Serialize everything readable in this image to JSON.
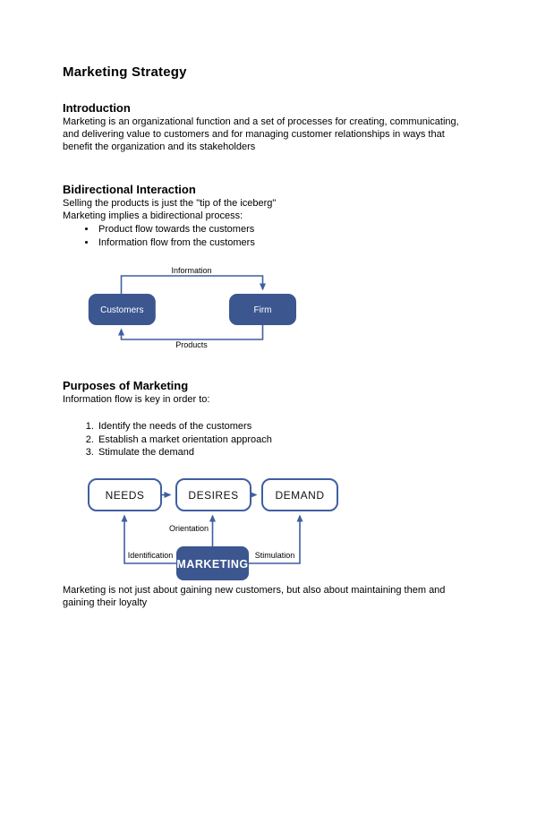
{
  "colors": {
    "page_bg": "#ffffff",
    "text": "#000000",
    "box_fill": "#3c5690",
    "box_line": "#3f5fa0"
  },
  "document": {
    "title": "Marketing Strategy",
    "introduction": {
      "heading": "Introduction",
      "paragraph": "Marketing is an organizational function and a set of processes for creating, communicating, and delivering value to customers and for managing customer relationships in ways that benefit the organization and its stakeholders"
    },
    "bidirectional": {
      "heading": "Bidirectional Interaction",
      "line1": "Selling the products is just the \"tip of the iceberg\"",
      "line2": "Marketing implies a bidirectional process:",
      "bullets": [
        "Product flow towards the customers",
        "Information flow from the customers"
      ]
    },
    "flow_diagram": {
      "customers": "Customers",
      "firm": "Firm",
      "information": "Information",
      "products": "Products"
    },
    "purposes": {
      "heading": "Purposes of Marketing",
      "intro": "Information flow is key in order to:",
      "items": [
        "Identify the needs of the customers",
        "Establish a market orientation approach",
        "Stimulate the demand"
      ]
    },
    "marketing_diagram": {
      "needs": "NEEDS",
      "desires": "DESIRES",
      "demand": "DEMAND",
      "marketing": "MARKETING",
      "orientation": "Orientation",
      "identification": "Identification",
      "stimulation": "Stimulation"
    },
    "closing": "Marketing is not just about gaining new customers, but also about maintaining them and gaining their loyalty"
  }
}
